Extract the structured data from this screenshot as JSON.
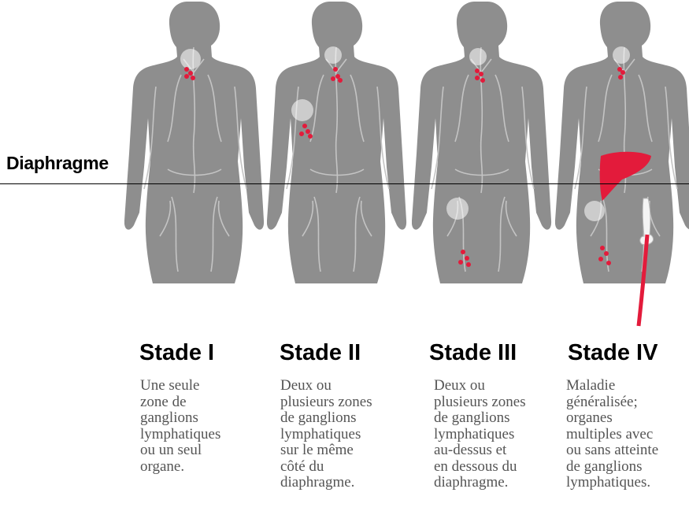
{
  "diaphragm_label": "Diaphragme",
  "colors": {
    "body": "#8e8e8e",
    "lymph": "#c4c4c4",
    "disease": "#e31b3b",
    "line": "#000000"
  },
  "stages": [
    {
      "title": "Stade I",
      "lines": [
        "Une seule",
        "zone de",
        "ganglions",
        "lymphatiques",
        "ou un seul",
        "organe."
      ]
    },
    {
      "title": "Stade II",
      "lines": [
        "Deux ou",
        "plusieurs zones",
        "de ganglions",
        "lymphatiques",
        "sur le même",
        "côté du",
        "diaphragme."
      ]
    },
    {
      "title": "Stade III",
      "lines": [
        "Deux ou",
        "plusieurs zones",
        "de ganglions",
        "lymphatiques",
        "au-dessus et",
        "en dessous du",
        "diaphragme."
      ]
    },
    {
      "title": "Stade IV",
      "lines": [
        "Maladie",
        "généralisée;",
        "organes",
        "multiples avec",
        "ou sans atteinte",
        "de ganglions",
        "lymphatiques."
      ]
    }
  ]
}
